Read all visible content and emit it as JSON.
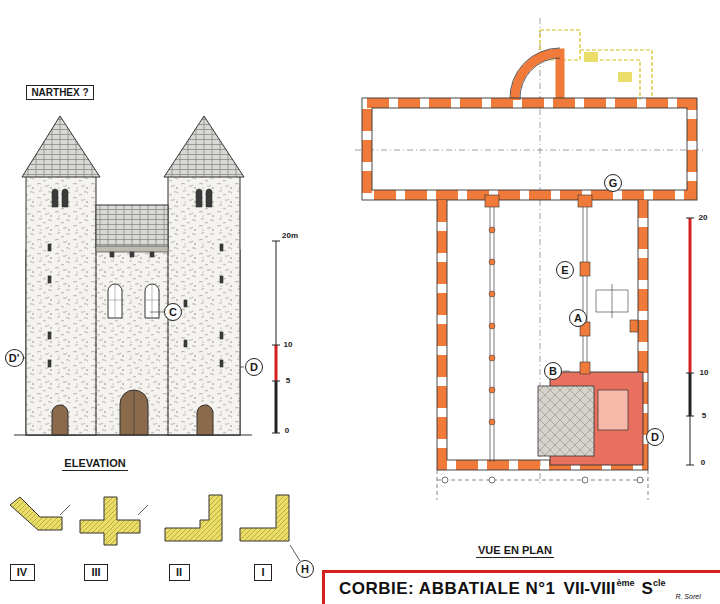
{
  "diagram": {
    "title": "CORBIE: ABBATIALE N°1",
    "nodes": [
      {
        "text": [
          "C"
        ]
      },
      {
        "text": [
          "D'"
        ]
      },
      {
        "text": [
          "D"
        ]
      },
      {
        "text": [
          "G"
        ]
      },
      {
        "text": [
          "E"
        ]
      },
      {
        "text": [
          "A"
        ]
      },
      {
        "text": [
          "B"
        ]
      },
      {
        "text": [
          "D"
        ]
      },
      {
        "text": [
          "IV"
        ]
      },
      {
        "text": [
          "III"
        ]
      },
      {
        "text": [
          "II"
        ]
      },
      {
        "text": [
          "I"
        ]
      },
      {
        "text": [
          "H"
        ]
      }
    ],
    "labels": [
      "NARTHEX ?",
      "20m",
      "10",
      "5",
      "0",
      "20",
      "10",
      "5",
      "0",
      "ELEVATION",
      "VUE EN PLAN",
      "VII-VIII",
      "ème",
      "S",
      "cle",
      "R. Sorel"
    ]
  }
}
